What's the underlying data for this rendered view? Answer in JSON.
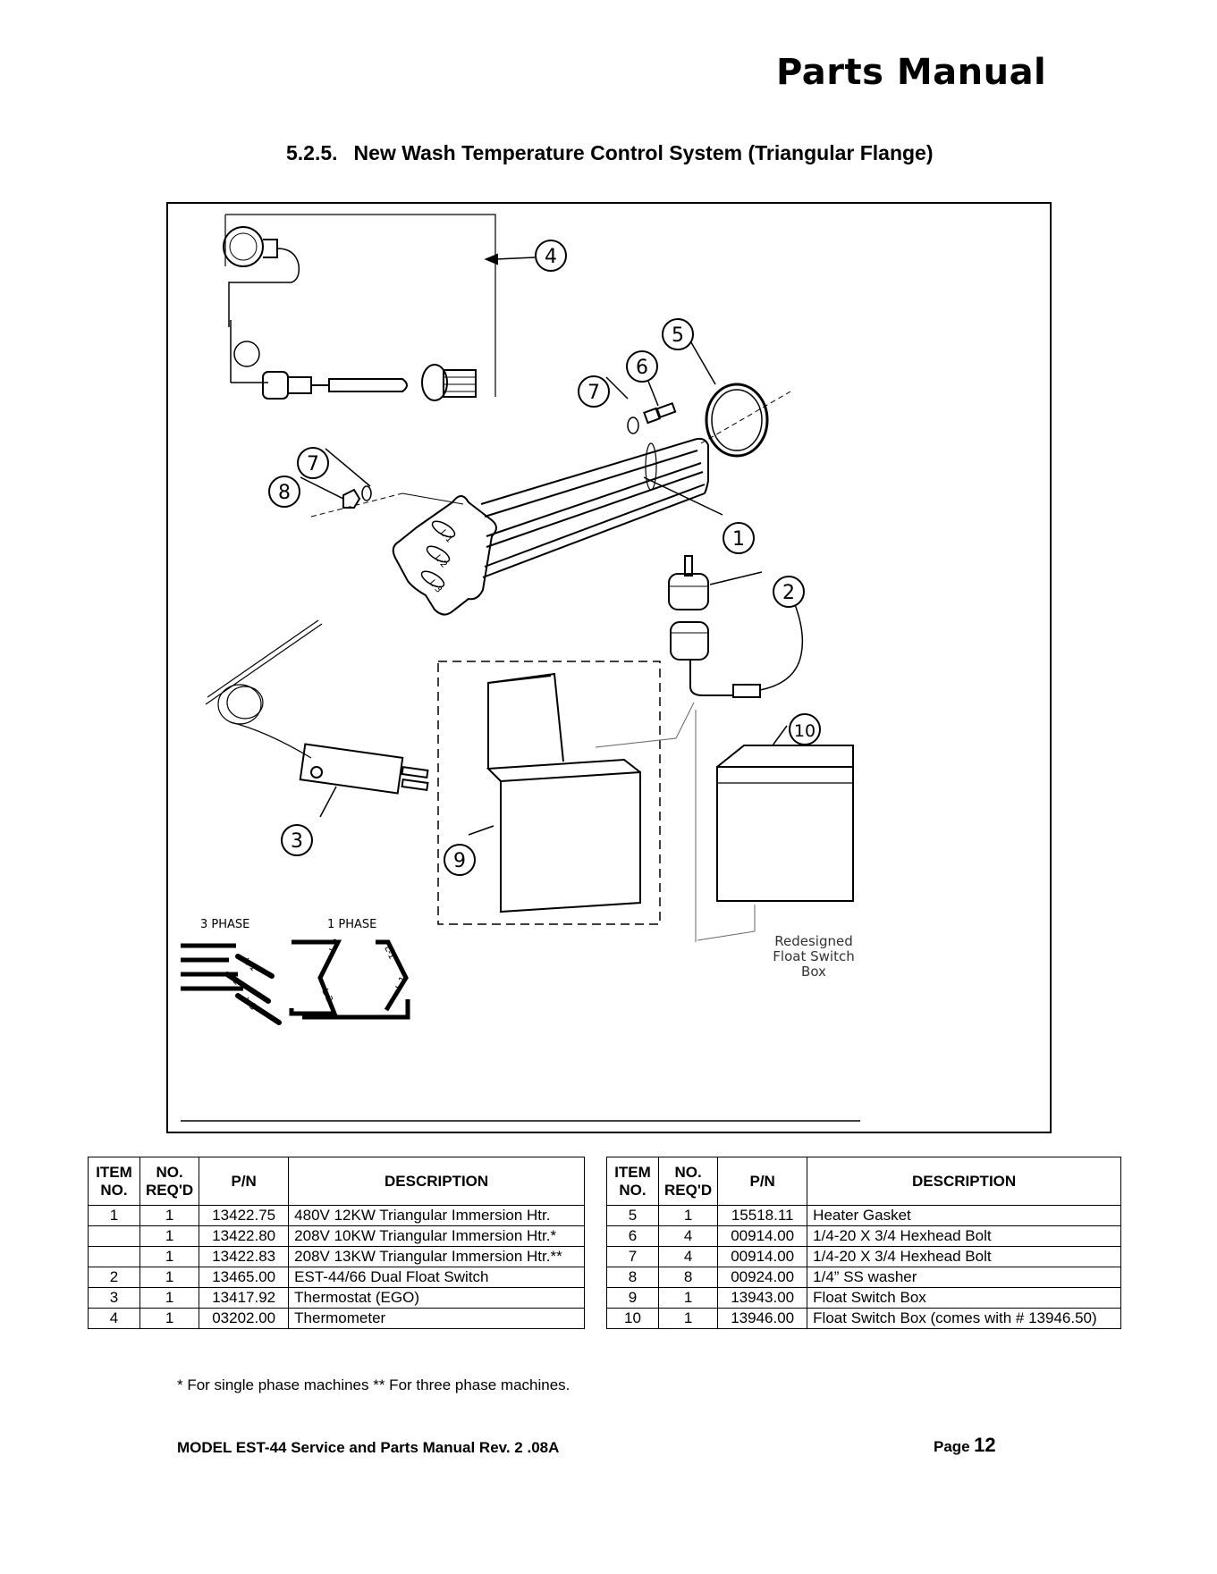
{
  "header": {
    "title": "Parts Manual"
  },
  "section": {
    "number": "5.2.5.",
    "title": "New Wash Temperature Control System (Triangular Flange)"
  },
  "diagram": {
    "callouts": [
      "1",
      "2",
      "3",
      "4",
      "5",
      "6",
      "7",
      "7",
      "8",
      "9",
      "10"
    ],
    "terminal_labels": [
      "L-1",
      "L-2",
      "L-3"
    ],
    "phase_labels": {
      "three": "3 PHASE",
      "one": "1 PHASE"
    },
    "one_phase_terminals": [
      "L-2",
      "L-2",
      "L-1",
      "L-1"
    ],
    "note_lines": [
      "Redesigned",
      "Float Switch",
      "Box"
    ]
  },
  "table_headers": {
    "item": [
      "ITEM",
      "NO."
    ],
    "req": [
      "NO.",
      "REQ'D"
    ],
    "pn": "P/N",
    "desc": "DESCRIPTION"
  },
  "tables": {
    "left": [
      {
        "item": "1",
        "req": "1",
        "pn": "13422.75",
        "desc": "480V 12KW Triangular Immersion Htr."
      },
      {
        "item": "",
        "req": "1",
        "pn": "13422.80",
        "desc": "208V 10KW Triangular Immersion Htr.*"
      },
      {
        "item": "",
        "req": "1",
        "pn": "13422.83",
        "desc": "208V 13KW Triangular Immersion Htr.**"
      },
      {
        "item": "2",
        "req": "1",
        "pn": "13465.00",
        "desc": "EST-44/66 Dual Float Switch"
      },
      {
        "item": "3",
        "req": "1",
        "pn": "13417.92",
        "desc": "Thermostat (EGO)"
      },
      {
        "item": "4",
        "req": "1",
        "pn": "03202.00",
        "desc": "Thermometer"
      }
    ],
    "right": [
      {
        "item": "5",
        "req": "1",
        "pn": "15518.11",
        "desc": "Heater Gasket"
      },
      {
        "item": "6",
        "req": "4",
        "pn": "00914.00",
        "desc": "1/4-20 X 3/4 Hexhead Bolt"
      },
      {
        "item": "7",
        "req": "4",
        "pn": "00914.00",
        "desc": "1/4-20 X 3/4 Hexhead Bolt"
      },
      {
        "item": "8",
        "req": "8",
        "pn": "00924.00",
        "desc": "1/4” SS washer"
      },
      {
        "item": "9",
        "req": "1",
        "pn": "13943.00",
        "desc": "Float Switch Box"
      },
      {
        "item": "10",
        "req": "1",
        "pn": "13946.00",
        "desc": "Float Switch Box (comes with # 13946.50)"
      }
    ]
  },
  "footnote": "* For single phase machines ** For three phase machines.",
  "footer": {
    "left": "MODEL EST-44 Service and Parts Manual Rev. 2 .08A",
    "page_label": "Page",
    "page_number": "12"
  }
}
